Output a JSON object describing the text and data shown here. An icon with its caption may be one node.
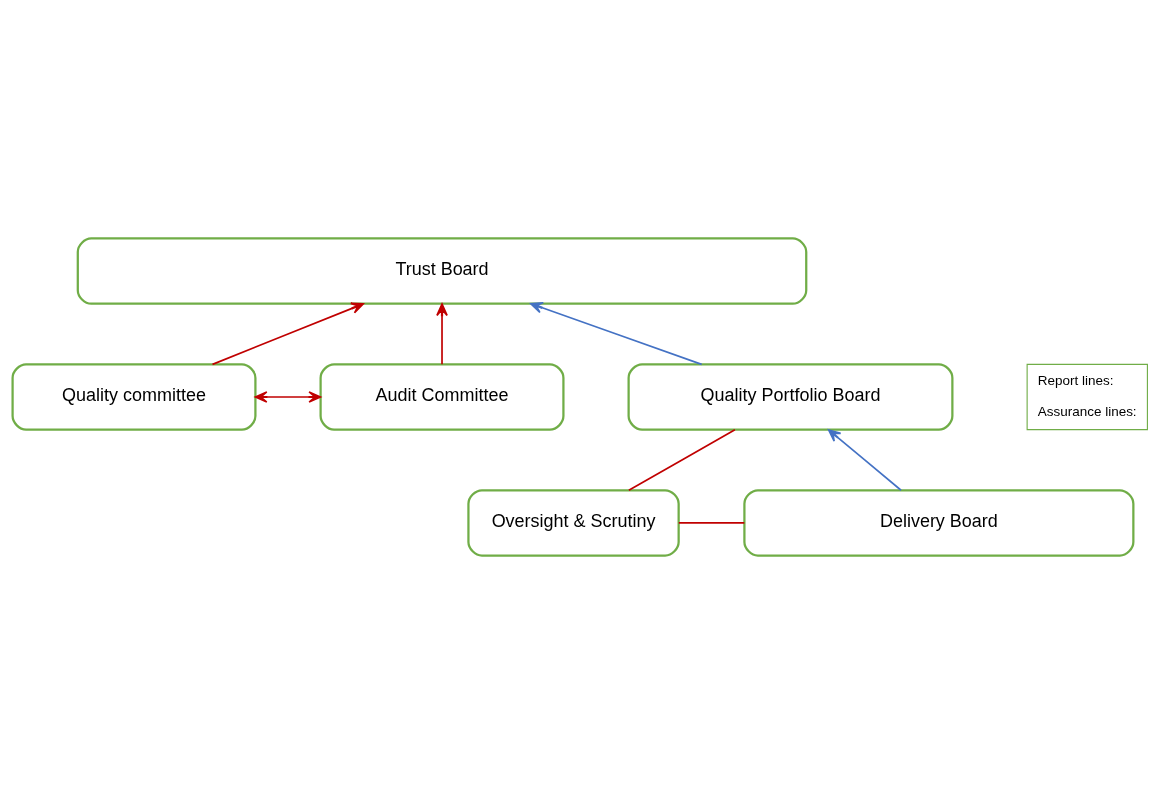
{
  "diagram": {
    "nodes": [
      {
        "text": [
          "Trust Board"
        ]
      },
      {
        "text": [
          "Quality committee"
        ]
      },
      {
        "text": [
          "Audit Committee"
        ]
      },
      {
        "text": [
          "Oversight & Scrutiny"
        ]
      },
      {
        "text": [
          "Quality Portfolio Board"
        ]
      },
      {
        "text": [
          "Delivery Board"
        ]
      }
    ],
    "edges": [
      {
        "from": 1,
        "to": 0,
        "arrow": "to"
      },
      {
        "from": 4,
        "to": 0,
        "arrow": "to",
        "color": "#4472c4"
      },
      {
        "from": 2,
        "to": 0,
        "arrow": "to"
      },
      {
        "from": 1,
        "to": 2,
        "arrow": "both"
      },
      {
        "from": 3,
        "to": 4,
        "arrow": "none"
      },
      {
        "from": 3,
        "to": 5,
        "arrow": "none"
      },
      {
        "from": 5,
        "to": 4,
        "arrow": "to",
        "color": "#4472c4"
      }
    ],
    "legend": [
      {
        "text": "Report lines:"
      },
      {
        "text": "Assurance lines:"
      }
    ]
  }
}
